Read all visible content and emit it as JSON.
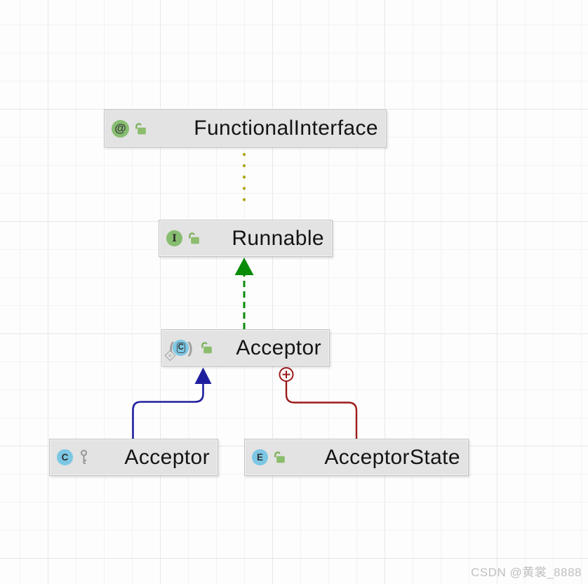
{
  "diagram": {
    "type": "uml-class-diagram",
    "tool_look": "intellij-diagram-view",
    "anonymous_marker": {
      "left": "(",
      "right": ")"
    },
    "nodes": [
      {
        "id": "functional-interface",
        "label": "FunctionalInterface",
        "kind": "annotation",
        "kind_letter": "@",
        "kind_icon": "annotation-icon",
        "kind_color": "#86bd70",
        "visibility": "public",
        "visibility_icon": "open-lock-icon"
      },
      {
        "id": "runnable",
        "label": "Runnable",
        "kind": "interface",
        "kind_letter": "I",
        "kind_icon": "interface-icon",
        "kind_color": "#86bd70",
        "visibility": "public",
        "visibility_icon": "open-lock-icon"
      },
      {
        "id": "acceptor-anon",
        "label": "Acceptor",
        "kind": "anonymous-class",
        "kind_letter": "C",
        "kind_icon": "anonymous-class-icon",
        "kind_color": "#7cc7e4",
        "visibility": "public",
        "visibility_icon": "open-lock-icon"
      },
      {
        "id": "acceptor-class",
        "label": "Acceptor",
        "kind": "class",
        "kind_letter": "C",
        "kind_icon": "class-icon",
        "kind_color": "#7cc7e4",
        "visibility": "package-private",
        "visibility_icon": "key-icon"
      },
      {
        "id": "acceptor-state",
        "label": "AcceptorState",
        "kind": "enum",
        "kind_letter": "E",
        "kind_icon": "enum-icon",
        "kind_color": "#7cc7e4",
        "visibility": "public",
        "visibility_icon": "open-lock-icon"
      }
    ],
    "edges": [
      {
        "from": "functional-interface",
        "to": "runnable",
        "type": "annotated-by",
        "style": "dotted",
        "color": "#aea512"
      },
      {
        "from": "acceptor-anon",
        "to": "runnable",
        "type": "implements",
        "style": "dashed-arrow",
        "color": "#0a8b0a"
      },
      {
        "from": "acceptor-class",
        "to": "acceptor-anon",
        "type": "extends",
        "style": "solid-arrow",
        "color": "#1f1f9e"
      },
      {
        "from": "acceptor-state",
        "to": "acceptor-anon",
        "type": "inner-class",
        "style": "solid-circle-plus",
        "color": "#9c1a1a"
      }
    ],
    "watermark": "CSDN @黄裳_8888"
  }
}
